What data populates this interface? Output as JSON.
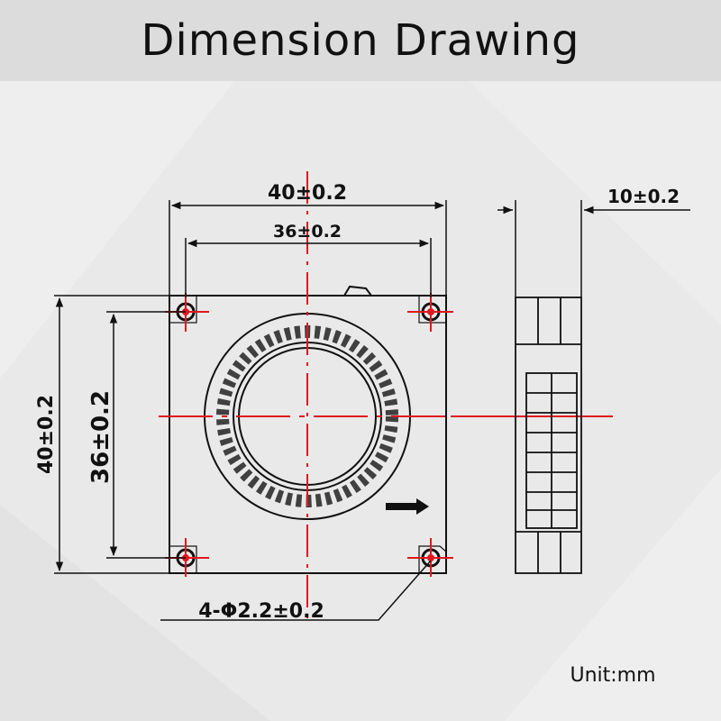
{
  "title": "Dimension Drawing",
  "unit_label": "Unit:mm",
  "dimensions": {
    "top_outer": "40±0.2",
    "top_inner": "36±0.2",
    "side_outer": "40±0.2",
    "side_inner": "36±0.2",
    "thickness": "10±0.2",
    "holes": "4-Φ2.2±0.2"
  },
  "colors": {
    "centerline": "#e0181e",
    "line": "#111111",
    "background": "#e9e9e9",
    "title_bar": "#dcdcdc"
  }
}
